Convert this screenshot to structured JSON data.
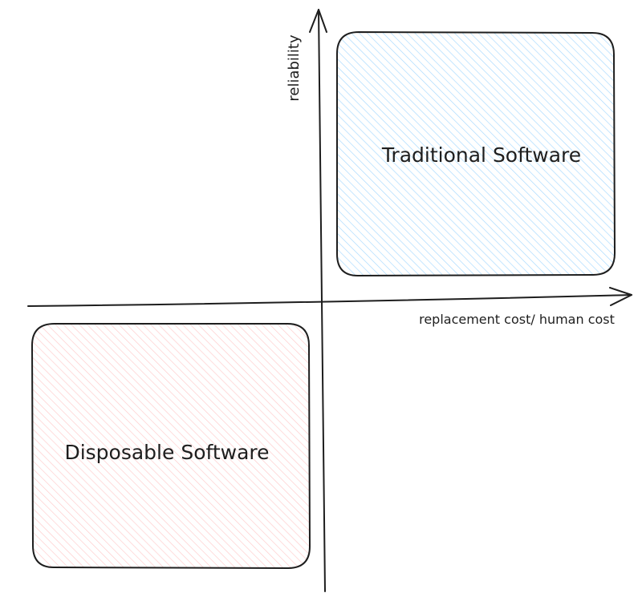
{
  "quadrants": {
    "top_right": {
      "label": "Traditional Software",
      "fill_color": "#a5d8ff"
    },
    "bottom_left": {
      "label": "Disposable Software",
      "fill_color": "#ffc9c9"
    }
  },
  "axes": {
    "y_label": "reliability",
    "x_label": "replacement cost/ human cost",
    "stroke_color": "#1e1e1e"
  }
}
